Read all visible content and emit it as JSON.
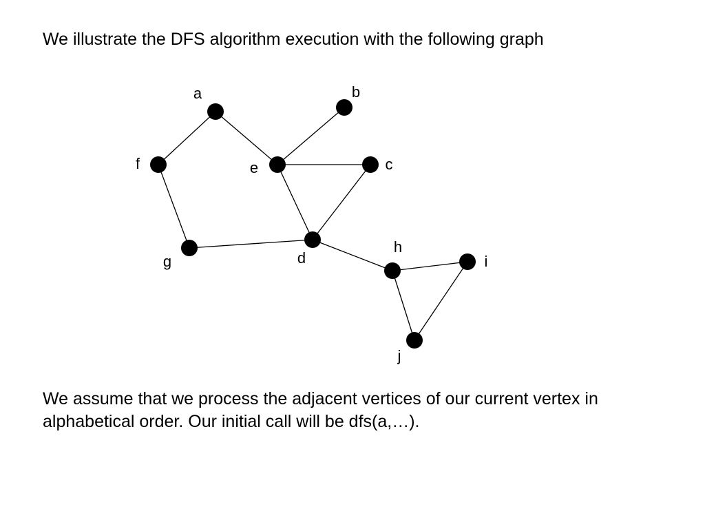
{
  "slide": {
    "intro": "We illustrate the DFS algorithm execution with the following graph",
    "note_line1": "We assume that we process the adjacent vertices of our current vertex in",
    "note_line2": "alphabetical order.     Our initial call will be  dfs(a,…)."
  },
  "graph": {
    "vertices": [
      {
        "id": "a",
        "label": "a"
      },
      {
        "id": "b",
        "label": "b"
      },
      {
        "id": "c",
        "label": "c"
      },
      {
        "id": "d",
        "label": "d"
      },
      {
        "id": "e",
        "label": "e"
      },
      {
        "id": "f",
        "label": "f"
      },
      {
        "id": "g",
        "label": "g"
      },
      {
        "id": "h",
        "label": "h"
      },
      {
        "id": "i",
        "label": "i"
      },
      {
        "id": "j",
        "label": "j"
      }
    ],
    "edges": [
      [
        "a",
        "f"
      ],
      [
        "a",
        "e"
      ],
      [
        "b",
        "e"
      ],
      [
        "e",
        "c"
      ],
      [
        "e",
        "d"
      ],
      [
        "c",
        "d"
      ],
      [
        "f",
        "g"
      ],
      [
        "g",
        "d"
      ],
      [
        "d",
        "h"
      ],
      [
        "h",
        "i"
      ],
      [
        "h",
        "j"
      ],
      [
        "i",
        "j"
      ]
    ]
  }
}
